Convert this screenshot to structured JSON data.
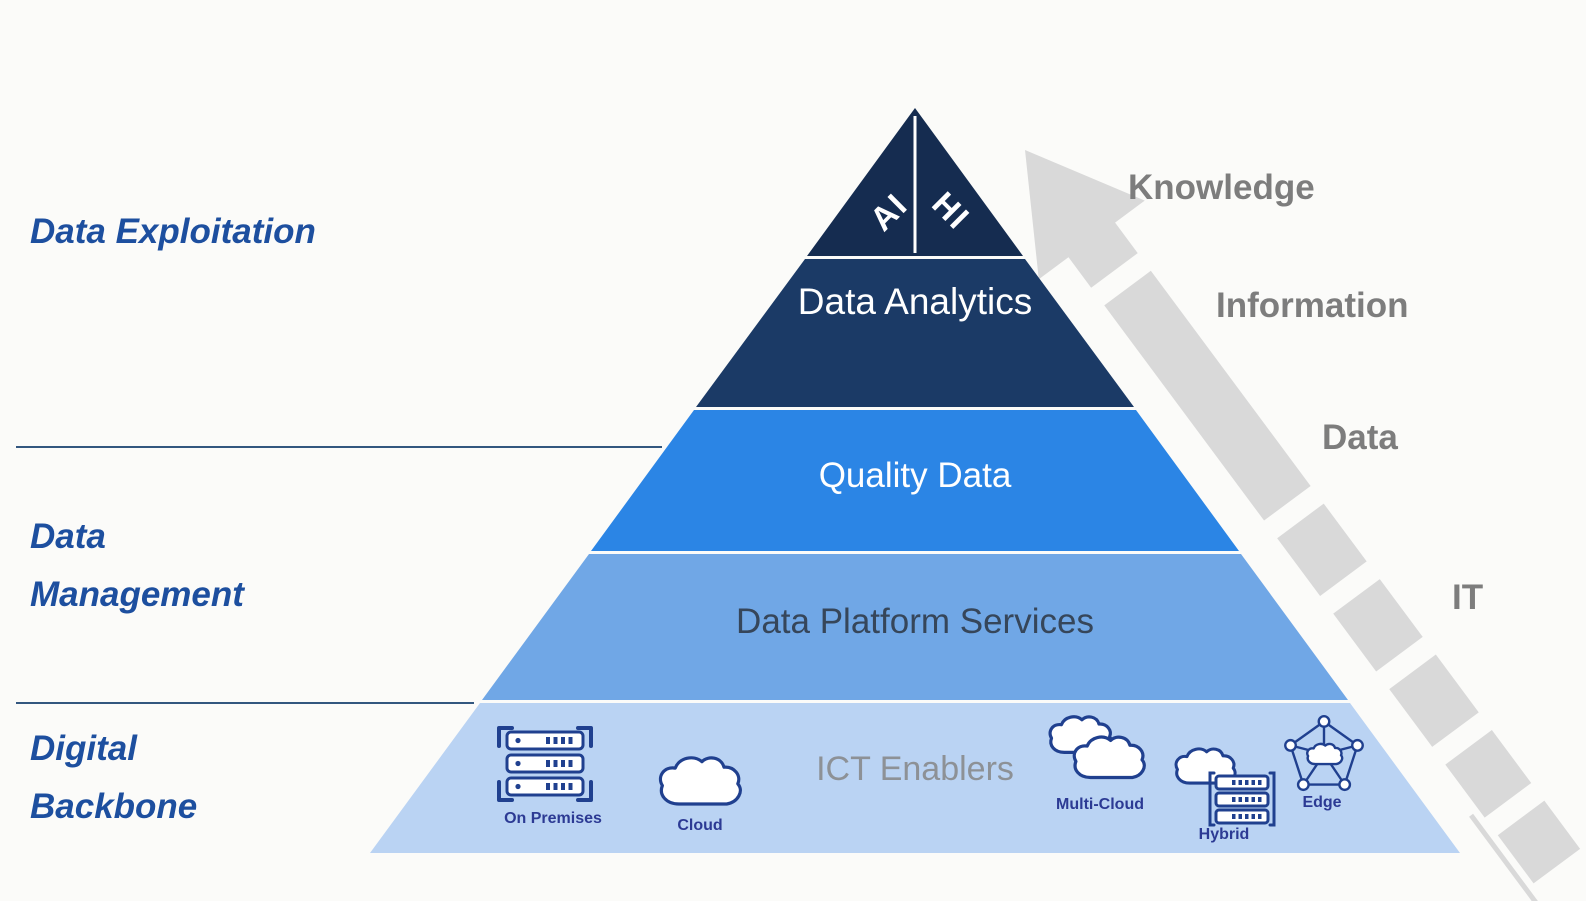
{
  "left_sections": [
    {
      "label": "Data Exploitation"
    },
    {
      "label": "Data Management"
    },
    {
      "label": "Digital Backbone"
    }
  ],
  "pyramid": {
    "apex": {
      "left": "AI",
      "right": "HI"
    },
    "levels": [
      {
        "label": "Data Analytics"
      },
      {
        "label": "Quality Data"
      },
      {
        "label": "Data Platform Services"
      },
      {
        "label": "ICT Enablers"
      }
    ]
  },
  "ict_enablers": [
    {
      "label": "On Premises",
      "icon": "server-rack-icon"
    },
    {
      "label": "Cloud",
      "icon": "cloud-icon"
    },
    {
      "label": "Multi-Cloud",
      "icon": "multi-cloud-icon"
    },
    {
      "label": "Hybrid",
      "icon": "hybrid-cloud-server-icon"
    },
    {
      "label": "Edge",
      "icon": "edge-network-icon"
    }
  ],
  "value_chain_labels": [
    {
      "label": "Knowledge"
    },
    {
      "label": "Information"
    },
    {
      "label": "Data"
    },
    {
      "label": "IT"
    }
  ],
  "colors": {
    "band-apex": "#152C50",
    "band-analytics": "#1B3A66",
    "band-quality": "#2B85E5",
    "band-platform": "#70A7E6",
    "band-ict": "#BAD3F3",
    "left-label": "#1D4F9F",
    "divider": "#33577F",
    "arrow-gray": "#D9D9D9",
    "gray-text": "#7D7D7D",
    "icon-navy": "#20408F",
    "icon-label": "#2C3A94",
    "platform-text": "#36465A",
    "ict-text": "#8D9196"
  }
}
